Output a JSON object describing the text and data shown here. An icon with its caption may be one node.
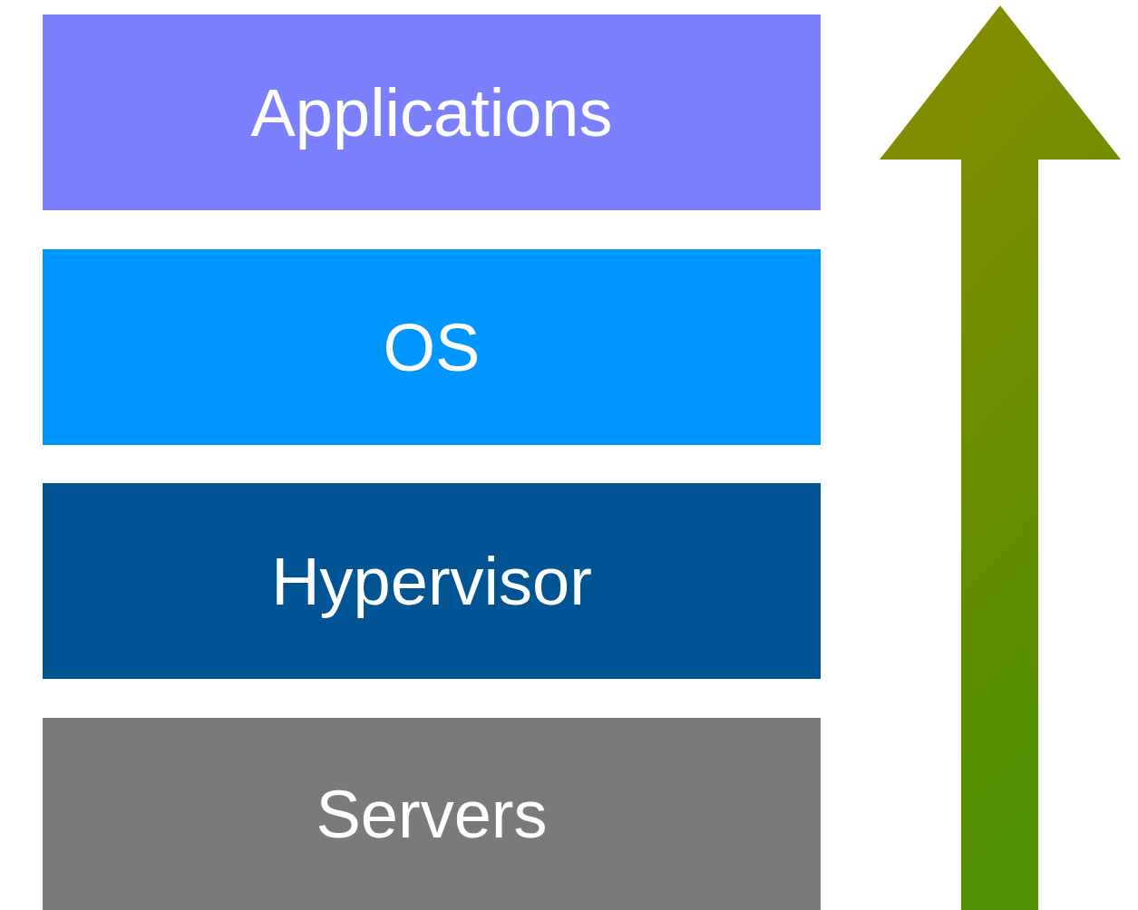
{
  "diagram": {
    "nodes": [
      {
        "text": [
          "Applications"
        ]
      },
      {
        "text": [
          "OS"
        ]
      },
      {
        "text": [
          "Hypervisor"
        ]
      },
      {
        "text": [
          "Servers"
        ]
      }
    ]
  }
}
